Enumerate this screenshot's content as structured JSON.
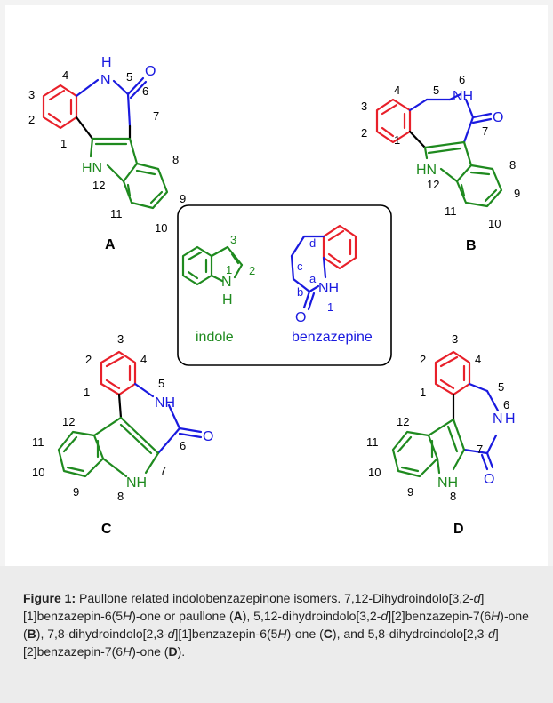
{
  "colors": {
    "ring_benzene": "#e8202a",
    "ring_indole": "#1f8a1f",
    "ring_azepine": "#1a1adf",
    "bond": "#000000"
  },
  "structures": {
    "A": {
      "label": "A",
      "atoms": {
        "nh": "H",
        "n": "N",
        "o": "O",
        "hn": "HN"
      },
      "numbers": {
        "n1": "1",
        "n2": "2",
        "n3": "3",
        "n4": "4",
        "n5": "5",
        "n6": "6",
        "n7": "7",
        "n8": "8",
        "n9": "9",
        "n10": "10",
        "n11": "11",
        "n12": "12"
      }
    },
    "B": {
      "label": "B",
      "atoms": {
        "nh": "NH",
        "o": "O",
        "hn": "HN"
      },
      "numbers": {
        "n1": "1",
        "n2": "2",
        "n3": "3",
        "n4": "4",
        "n5": "5",
        "n6": "6",
        "n7": "7",
        "n8": "8",
        "n9": "9",
        "n10": "10",
        "n11": "11",
        "n12": "12"
      }
    },
    "C": {
      "label": "C",
      "atoms": {
        "nh": "NH",
        "o": "O",
        "nh_indole": "NH"
      },
      "numbers": {
        "n1": "1",
        "n2": "2",
        "n3": "3",
        "n4": "4",
        "n5": "5",
        "n6": "6",
        "n7": "7",
        "n8": "8",
        "n9": "9",
        "n10": "10",
        "n11": "11",
        "n12": "12"
      }
    },
    "D": {
      "label": "D",
      "atoms": {
        "n": "N",
        "h": "H",
        "o": "O",
        "nh_indole": "NH"
      },
      "numbers": {
        "n1": "1",
        "n2": "2",
        "n3": "3",
        "n4": "4",
        "n5": "5",
        "n6": "6",
        "n7": "7",
        "n8": "8",
        "n9": "9",
        "n10": "10",
        "n11": "11",
        "n12": "12"
      }
    }
  },
  "inset": {
    "indole": {
      "n": "N",
      "h": "H",
      "num1": "1",
      "num2": "2",
      "num3": "3",
      "name": "indole"
    },
    "benzazepine": {
      "nh": "NH",
      "o": "O",
      "num1": "1",
      "a": "a",
      "b": "b",
      "c": "c",
      "d": "d",
      "name": "benzazepine"
    }
  },
  "caption": {
    "bold": "Figure 1:",
    "part1": " Paullone related indolobenzazepinone isomers. 7,12-Dihydroindolo[3,2-",
    "d1": "d",
    "part2": "][1]benzazepin-6(5",
    "h1": "H",
    "part3": ")-one or paullone (",
    "A": "A",
    "part4": "), 5,12-dihydroindolo[3,2-",
    "d2": "d",
    "part5": "][2]benzazepin-7(6",
    "h2": "H",
    "part6": ")-one (",
    "B": "B",
    "part7": "), 7,8-dihydroindolo[2,3-",
    "d3": "d",
    "part8": "][1]benzazepin-6(5",
    "h3": "H",
    "part9": ")-one (",
    "C": "C",
    "part10": "), and 5,8-dihydroindolo[2,3-",
    "d4": "d",
    "part11": "][2]benzazepin-7(6",
    "h4": "H",
    "part12": ")-one (",
    "D": "D",
    "part13": ")."
  }
}
